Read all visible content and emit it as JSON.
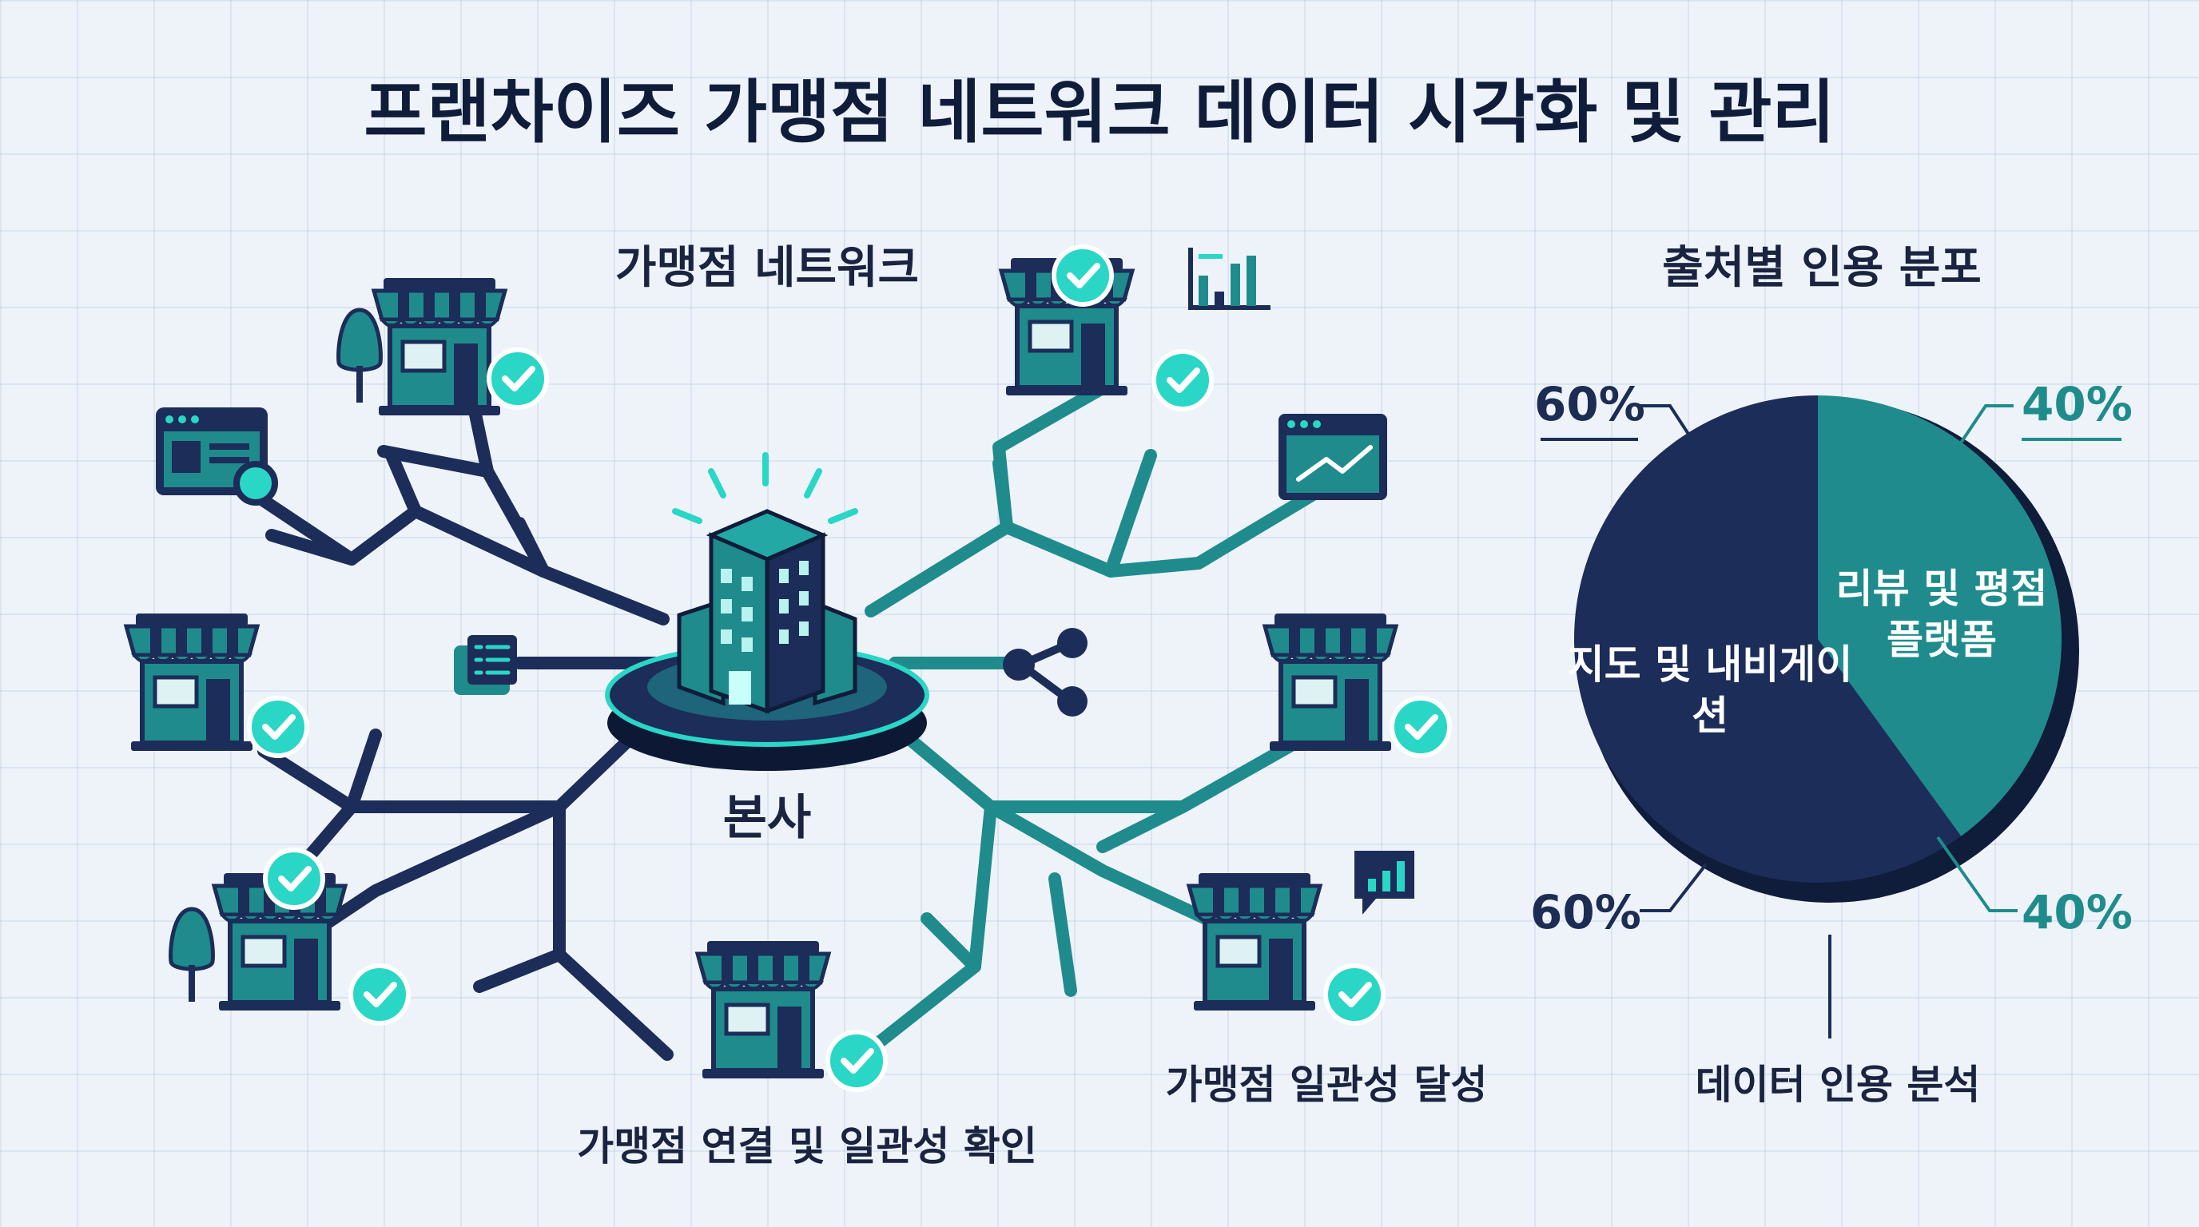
{
  "title": "프랜차이즈 가맹점 네트워크 데이터 시각화 및 관리",
  "network": {
    "title": "가맹점 네트워크",
    "hq_label": "본사",
    "caption_left": "가맹점 연결 및 일관성 확인",
    "caption_right": "가맹점 일관성 달성"
  },
  "pie": {
    "title": "출처별 인용 분포",
    "caption": "데이터 인용 분석",
    "callouts": {
      "top_left": "60%",
      "top_right": "40%",
      "bottom_left": "60%",
      "bottom_right": "40%"
    },
    "slices": [
      {
        "label": "지도 및 내비게이션",
        "percent": 60,
        "color": "#1b2d58"
      },
      {
        "label": "리뷰 및 평점 플랫폼",
        "percent": 40,
        "color": "#1f8b8c"
      }
    ]
  },
  "colors": {
    "navy": "#1b2d58",
    "teal": "#1f8b8c",
    "check": "#2ad6c6",
    "background": "#eef3fa"
  },
  "icons": [
    "store-icon",
    "check-icon",
    "tree-icon",
    "browser-window-icon",
    "line-chart-window-icon",
    "bar-chart-icon",
    "checklist-icon",
    "share-icon",
    "chat-chart-icon",
    "hq-building-icon"
  ]
}
